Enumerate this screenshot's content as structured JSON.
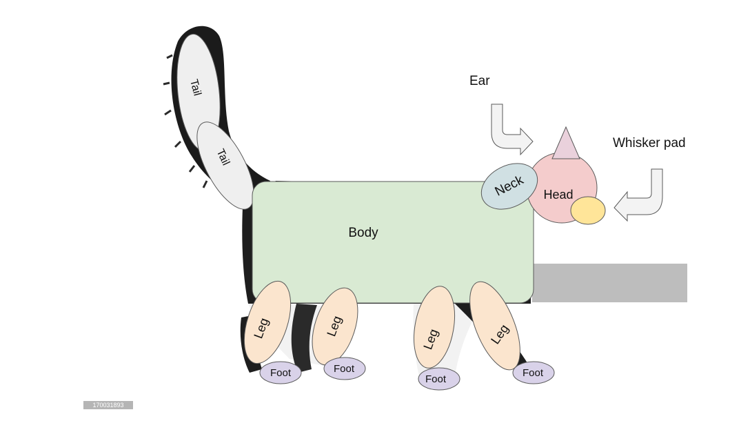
{
  "labels": {
    "ear": "Ear",
    "whisker_pad": "Whisker pad",
    "head": "Head",
    "neck": "Neck",
    "body": "Body",
    "tail_upper": "Tail",
    "tail_lower": "Tail",
    "leg": "Leg",
    "foot": "Foot"
  },
  "image_id": "170031893",
  "colors": {
    "body": "#d9ead3",
    "leg": "#fbe5ce",
    "foot": "#d9d2e9",
    "head": "#f4cccc",
    "ear": "#ead1dc",
    "neck": "#d0e0e3",
    "whisker_pad": "#ffe599",
    "tail": "#efefef",
    "arrow": "#f3f3f3",
    "outline": "#595959",
    "shadow_bar": "#bdbdbd",
    "fur_dark": "#1b1b1b"
  }
}
